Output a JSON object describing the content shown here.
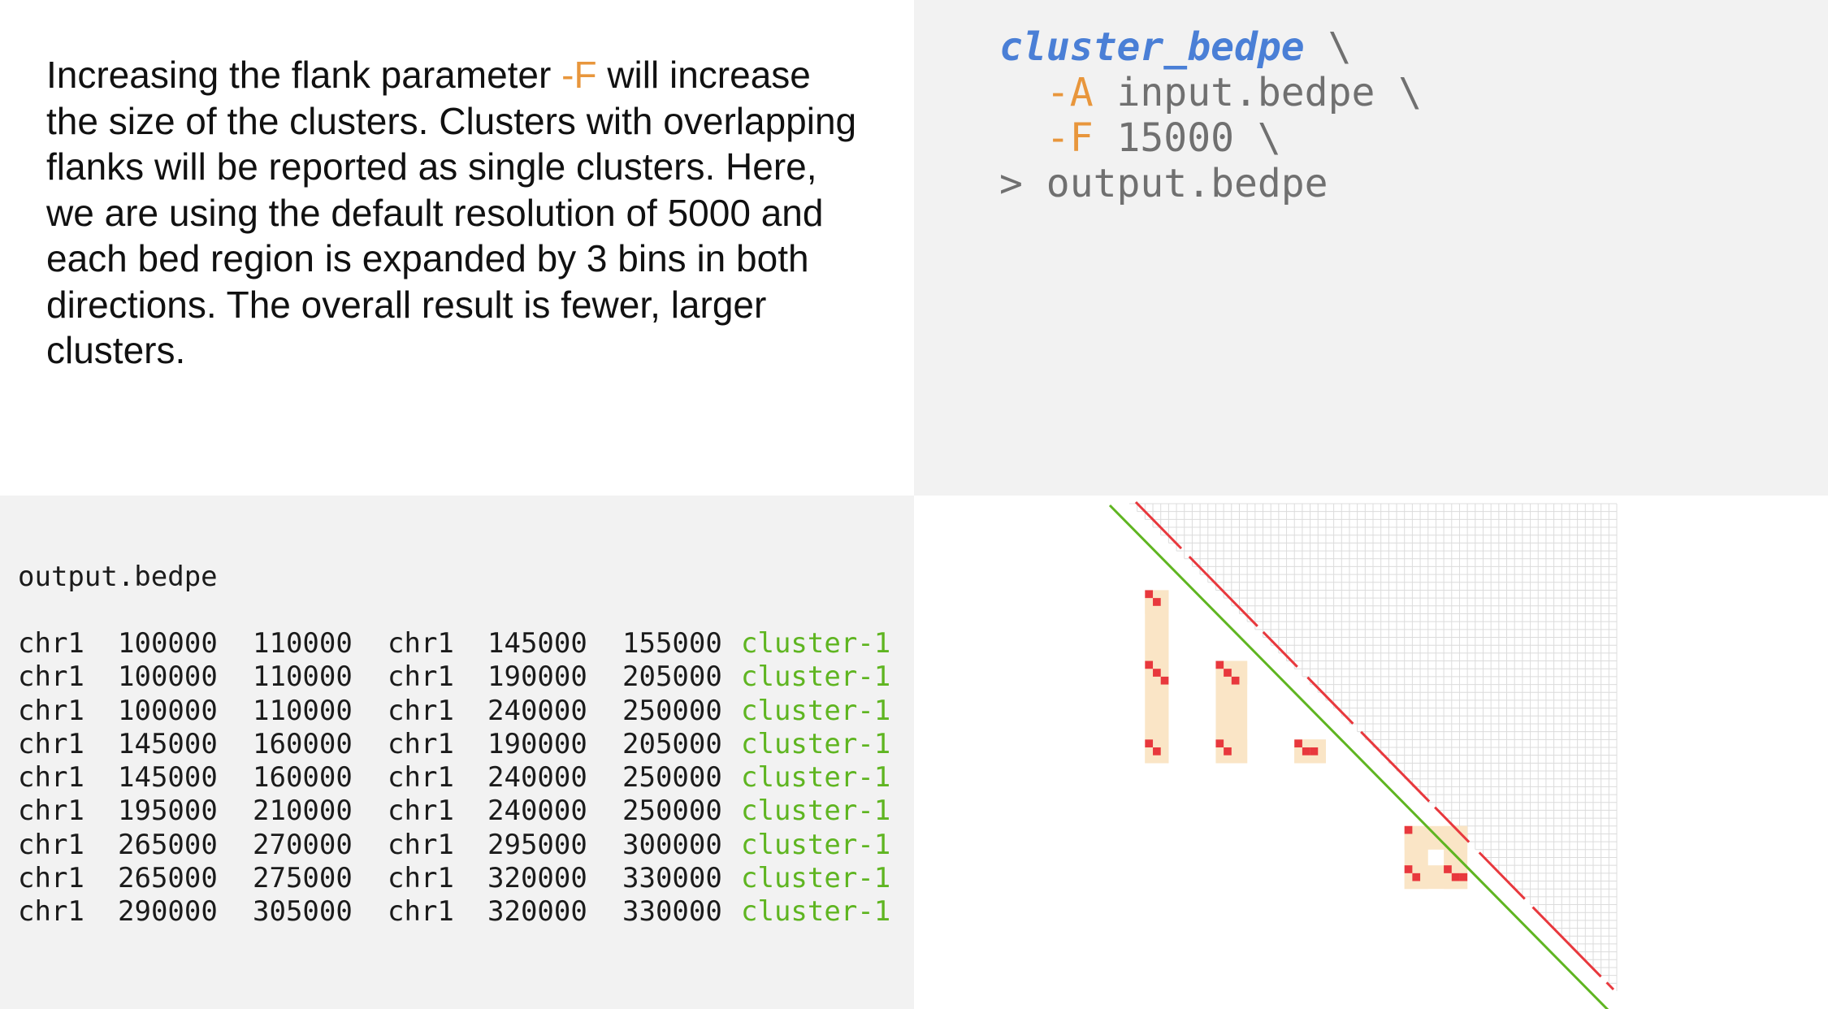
{
  "description": {
    "before": "Increasing the flank parameter ",
    "flag": "-F",
    "after": "  will increase the size of the clusters. Clusters with overlapping flanks will be reported as single clusters. Here, we are using the default resolution of 5000 and each bed region is expanded by 3 bins in both directions. The overall result is fewer, larger clusters."
  },
  "command": {
    "name": "cluster_bedpe",
    "cont": " \\",
    "flag_a": "-A",
    "arg_a": " input.bedpe \\",
    "flag_f": "-F",
    "arg_f": " 15000 \\",
    "redirect": "> output.bedpe"
  },
  "output": {
    "filename": "output.bedpe",
    "rows": [
      [
        "chr1",
        "100000",
        "110000",
        "chr1",
        "145000",
        "155000",
        "cluster-1"
      ],
      [
        "chr1",
        "100000",
        "110000",
        "chr1",
        "190000",
        "205000",
        "cluster-1"
      ],
      [
        "chr1",
        "100000",
        "110000",
        "chr1",
        "240000",
        "250000",
        "cluster-1"
      ],
      [
        "chr1",
        "145000",
        "160000",
        "chr1",
        "190000",
        "205000",
        "cluster-1"
      ],
      [
        "chr1",
        "145000",
        "160000",
        "chr1",
        "240000",
        "250000",
        "cluster-1"
      ],
      [
        "chr1",
        "195000",
        "210000",
        "chr1",
        "240000",
        "250000",
        "cluster-1"
      ],
      [
        "chr1",
        "265000",
        "270000",
        "chr1",
        "295000",
        "300000",
        "cluster-1"
      ],
      [
        "chr1",
        "265000",
        "275000",
        "chr1",
        "320000",
        "330000",
        "cluster-1"
      ],
      [
        "chr1",
        "290000",
        "305000",
        "chr1",
        "320000",
        "330000",
        "cluster-1"
      ]
    ]
  },
  "colors": {
    "flag": "#e8963c",
    "command": "#4a7fd6",
    "cluster_label": "#5fb521",
    "cluster_fill": "#fae5c6",
    "contact": "#e8383d",
    "grid": "#dcdcdc",
    "diagonal_green": "#5fb521",
    "diagonal_red": "#e8383d"
  },
  "chart_data": {
    "type": "heatmap",
    "title": "",
    "chrom": "chr1",
    "bin_size": 5000,
    "flank": 15000,
    "range": [
      90000,
      400000
    ],
    "pixels": [
      [
        100000,
        145000
      ],
      [
        105000,
        150000
      ],
      [
        100000,
        190000
      ],
      [
        105000,
        195000
      ],
      [
        110000,
        200000
      ],
      [
        100000,
        240000
      ],
      [
        105000,
        245000
      ],
      [
        145000,
        190000
      ],
      [
        150000,
        195000
      ],
      [
        155000,
        200000
      ],
      [
        145000,
        240000
      ],
      [
        150000,
        245000
      ],
      [
        195000,
        240000
      ],
      [
        200000,
        245000
      ],
      [
        205000,
        245000
      ],
      [
        265000,
        295000
      ],
      [
        265000,
        320000
      ],
      [
        270000,
        325000
      ],
      [
        290000,
        320000
      ],
      [
        295000,
        325000
      ],
      [
        300000,
        325000
      ]
    ],
    "clusters": [
      {
        "name": "cluster-1",
        "x": [
          100000,
          115000
        ],
        "y": [
          145000,
          255000
        ]
      },
      {
        "name": "cluster-1",
        "x": [
          145000,
          165000
        ],
        "y": [
          190000,
          255000
        ]
      },
      {
        "name": "cluster-1",
        "x": [
          195000,
          215000
        ],
        "y": [
          240000,
          255000
        ]
      },
      {
        "name": "cluster-1",
        "x": [
          265000,
          305000
        ],
        "y": [
          295000,
          335000
        ]
      }
    ]
  }
}
